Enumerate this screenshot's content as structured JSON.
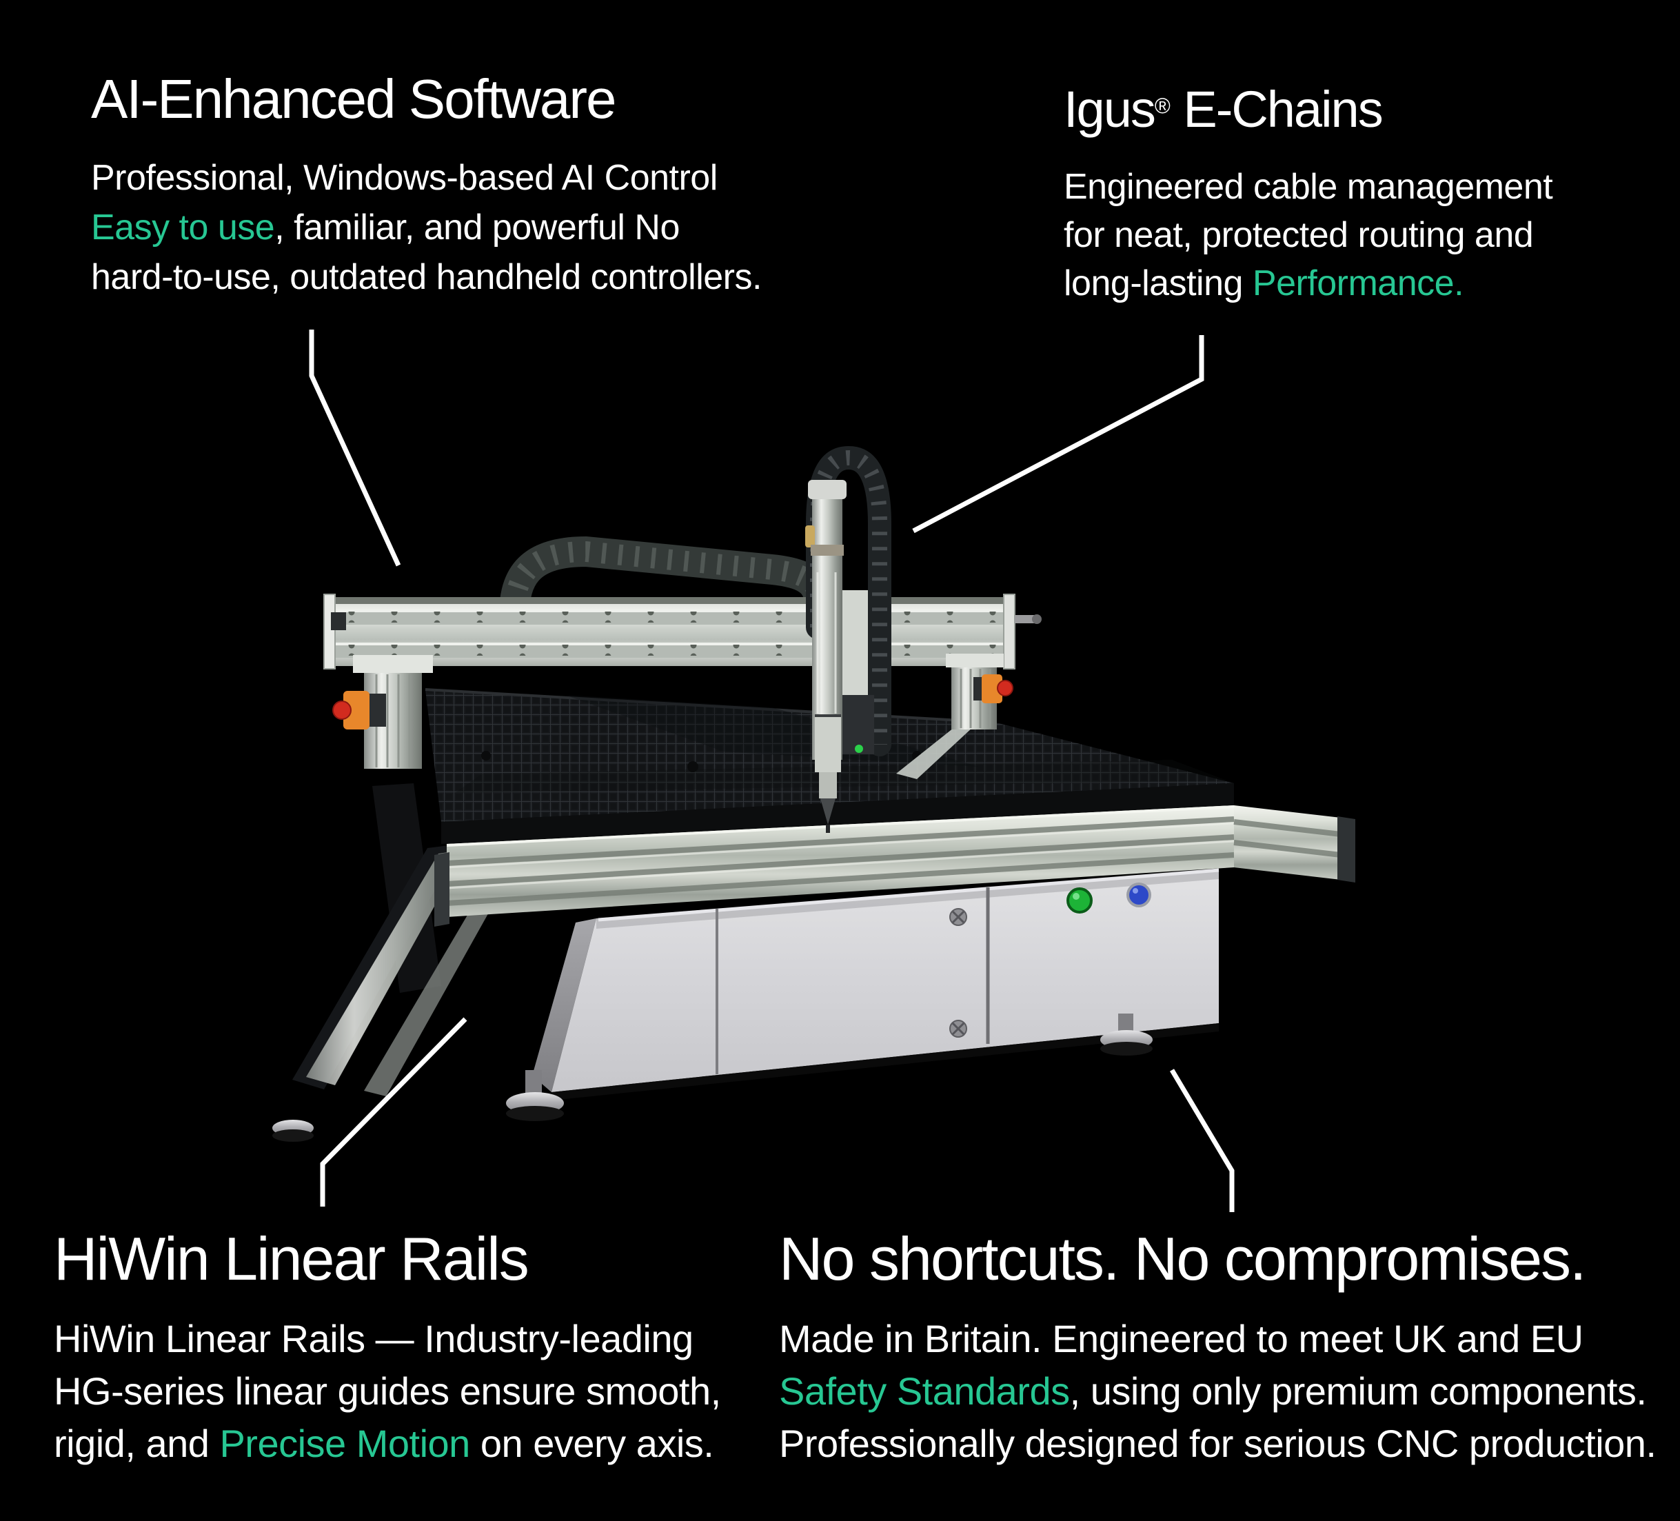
{
  "colors": {
    "background": "#000000",
    "text": "#ffffff",
    "accent": "#27c793",
    "callout": "#ffffff",
    "estop_orange": "#e8872b",
    "estop_red": "#d22b1f",
    "indicator_green": "#1db337",
    "indicator_blue": "#2d49c8"
  },
  "callouts": {
    "top_left": {
      "heading": "AI-Enhanced Software",
      "line1": "Professional, Windows-based AI Control",
      "line2_green": "Easy to use",
      "line2_rest": ", familiar, and powerful No",
      "line3": "hard-to-use, outdated handheld controllers."
    },
    "top_right": {
      "heading_pre": "Igus",
      "heading_sym": "®",
      "heading_post": " E-Chains",
      "line1": "Engineered cable management",
      "line2": "for neat, protected routing and",
      "line3_pre": "long-lasting ",
      "line3_green": "Performance."
    },
    "bottom_left": {
      "heading": "HiWin Linear Rails",
      "line1": "HiWin Linear Rails — Industry-leading",
      "line2": "HG-series linear guides ensure smooth,",
      "line3_pre": "rigid, and ",
      "line3_green": "Precise Motion",
      "line3_rest": " on every axis."
    },
    "bottom_right": {
      "heading": "No shortcuts. No compromises.",
      "line1": "Made in Britain. Engineered to meet UK and EU",
      "line2_green": "Safety Standards",
      "line2_rest": ", using only premium components.",
      "line3": "Professionally designed for serious CNC production."
    }
  }
}
